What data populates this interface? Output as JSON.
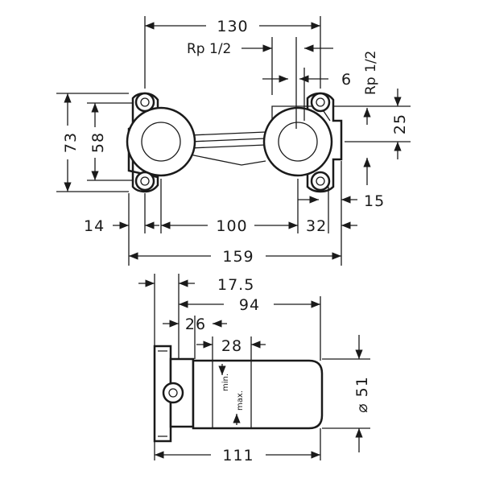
{
  "top_view": {
    "dim_130": "130",
    "thread_top": "Rp 1/2",
    "dim_6": "6",
    "thread_right": "Rp 1/2",
    "dim_25": "25",
    "dim_73": "73",
    "dim_58": "58",
    "dim_14": "14",
    "dim_100": "100",
    "dim_32": "32",
    "dim_15": "15",
    "dim_159": "159"
  },
  "side_view": {
    "dim_17_5": "17.5",
    "dim_94": "94",
    "dim_26": "26",
    "dim_28": "28",
    "dim_51": "⌀ 51",
    "label_min": "min.",
    "label_max": "max.",
    "dim_111": "111"
  }
}
